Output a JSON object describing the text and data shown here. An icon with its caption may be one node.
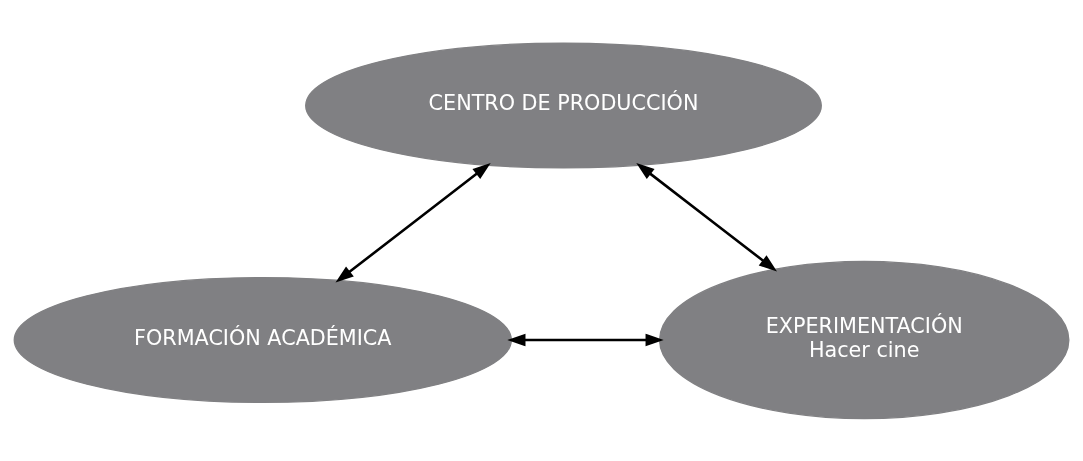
{
  "diagram": {
    "nodes": [
      {
        "text": [
          "CENTRO DE PRODUCCIÓN"
        ]
      },
      {
        "text": [
          "FORMACIÓN ACADÉMICA"
        ]
      },
      {
        "text": [
          "EXPERIMENTACIÓN",
          "Hacer cine"
        ]
      }
    ],
    "edges": [
      {
        "from": 1,
        "to": 0,
        "arrow": "both"
      },
      {
        "from": 0,
        "to": 2,
        "arrow": "both"
      },
      {
        "from": 1,
        "to": 2,
        "arrow": "both"
      }
    ]
  }
}
